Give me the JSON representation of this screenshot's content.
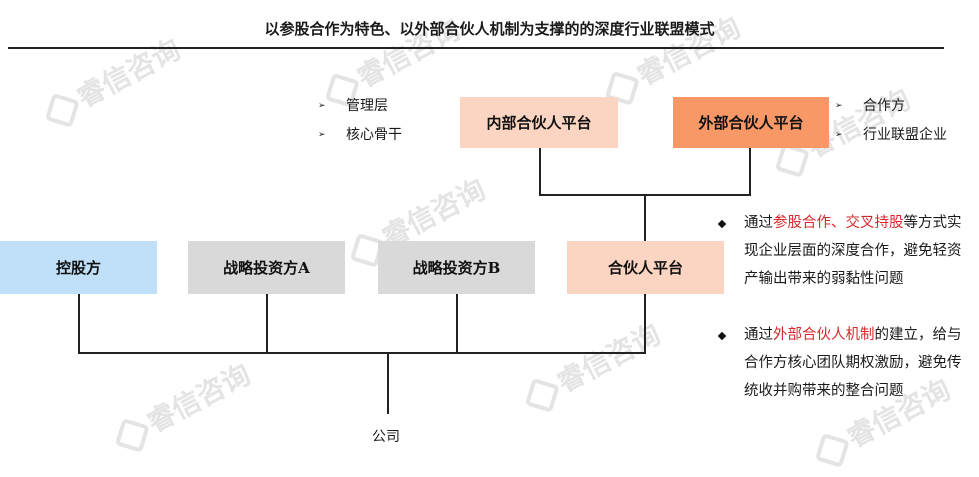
{
  "title": "以参股合作为特色、以外部合伙人机制为支撑的的深度行业联盟模式",
  "watermark": "睿信咨询",
  "colors": {
    "blue_box": "#bfe0f8",
    "grey_box": "#d9d9d9",
    "peach_box": "#fbd5c1",
    "orange_box": "#f79866",
    "highlight_red": "#d9272e"
  },
  "boxes": {
    "internal_platform": "内部合伙人平台",
    "external_platform": "外部合伙人平台",
    "partner_platform": "合伙人平台",
    "controlling": "控股方",
    "strategic_a": "战略投资方A",
    "strategic_b": "战略投资方B"
  },
  "internal_members": [
    "管理层",
    "核心骨干"
  ],
  "external_members": [
    "合作方",
    "行业联盟企业"
  ],
  "company": "公司",
  "bullets": [
    {
      "prefix": "通过",
      "highlight": "参股合作、交叉持股",
      "rest": "等方式实现企业层面的深度合作，避免轻资产输出带来的弱黏性问题"
    },
    {
      "prefix": "通过",
      "highlight": "外部合伙人机制",
      "rest": "的建立，给与合作方核心团队期权激励，避免传统收并购带来的整合问题"
    }
  ]
}
